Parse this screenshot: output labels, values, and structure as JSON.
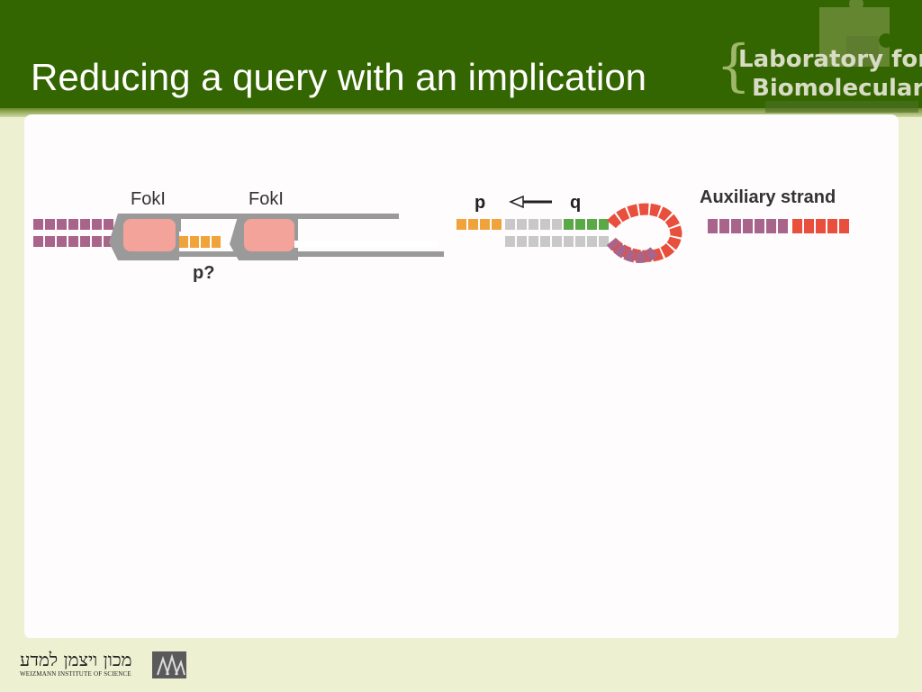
{
  "slide": {
    "title": "Reducing a query with an implication"
  },
  "logo": {
    "line1": "Laboratory for",
    "line2": "Biomolecular",
    "brace": "{"
  },
  "diagram": {
    "enzyme_label": "FokI",
    "query_label": "p?",
    "implication": {
      "from": "q",
      "to": "p"
    },
    "auxiliary_label": "Auxiliary strand"
  },
  "footer": {
    "institute_hebrew": "מכון ויצמן למדע",
    "institute_english": "WEIZMANN INSTITUTE OF SCIENCE"
  },
  "colors": {
    "header": "#336600",
    "background": "#eef0d2",
    "strand_purple": "#a8648a",
    "symbol_orange": "#f0a33a",
    "strand_grey": "#c8c8c8",
    "symbol_green": "#5aa846",
    "symbol_red": "#e84f3c",
    "enzyme_fill": "#f4a39a",
    "enzyme_outline": "#8c8c8c"
  }
}
